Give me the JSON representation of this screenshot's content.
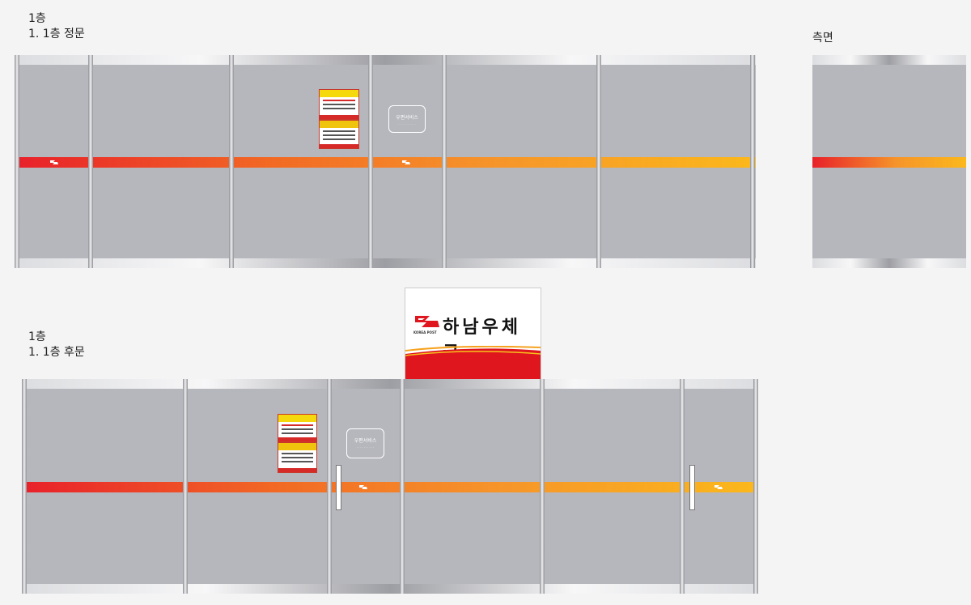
{
  "front": {
    "floor": "1층",
    "title": "1. 1층 정문"
  },
  "side": {
    "title": "측면"
  },
  "rear": {
    "floor": "1층",
    "title": "1. 1층 후문"
  },
  "sign": {
    "brand": "하남우체국",
    "logo_text": "KOREA POST"
  },
  "service_box": {
    "title": "우편서비스"
  },
  "colors": {
    "stripe_start": "#e8202a",
    "stripe_end": "#fbb81b",
    "glass": "#b6b7bd",
    "sign_red": "#e0161e"
  }
}
